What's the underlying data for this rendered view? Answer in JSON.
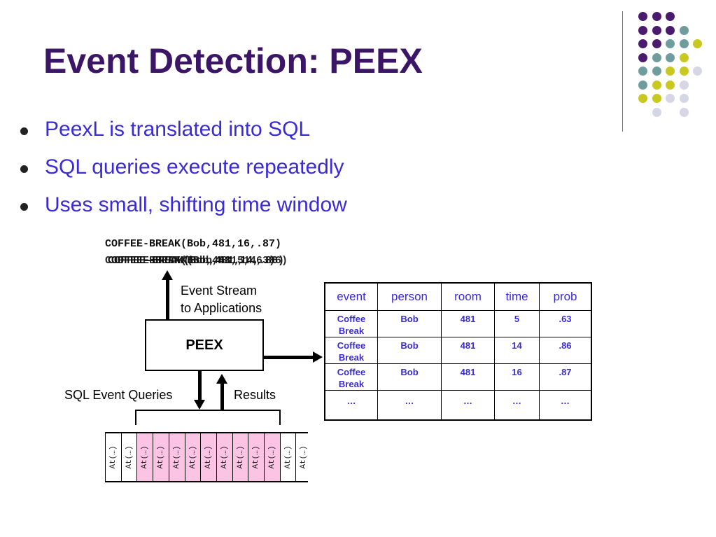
{
  "slide": {
    "title": "Event Detection: PEEX",
    "bullets": [
      "PeexL is translated into SQL",
      "SQL queries execute repeatedly",
      "Uses small, shifting time window"
    ]
  },
  "diagram": {
    "stream_top": "COFFEE-BREAK(Bob,481,16,.87)",
    "stream_overlap_visible": "COFFEE-BREAK(Bob,481,14,.86)",
    "stream_overlap_under_1": "COFFEE-BREAK(Bob,481,5,.63)",
    "stream_overlap_under_2": "COFFEE-BREAK(Bob,481,14,.86)",
    "event_stream_label_1": "Event Stream",
    "event_stream_label_2": "to Applications",
    "peex_label": "PEEX",
    "sql_queries_label": "SQL Event Queries",
    "results_label": "Results",
    "table": {
      "headers": [
        "event",
        "person",
        "room",
        "time",
        "prob"
      ],
      "rows": [
        [
          "Coffee Break",
          "Bob",
          "481",
          "5",
          ".63"
        ],
        [
          "Coffee Break",
          "Bob",
          "481",
          "14",
          ".86"
        ],
        [
          "Coffee Break",
          "Bob",
          "481",
          "16",
          ".87"
        ],
        [
          "…",
          "…",
          "…",
          "…",
          "…"
        ]
      ]
    },
    "tape_cells": [
      {
        "label": "At(…)",
        "highlight": false
      },
      {
        "label": "At(…)",
        "highlight": false
      },
      {
        "label": "At(…)",
        "highlight": true
      },
      {
        "label": "At(…)",
        "highlight": true
      },
      {
        "label": "At(…)",
        "highlight": true
      },
      {
        "label": "At(…)",
        "highlight": true
      },
      {
        "label": "At(…)",
        "highlight": true
      },
      {
        "label": "At(…)",
        "highlight": true
      },
      {
        "label": "At(…)",
        "highlight": true
      },
      {
        "label": "At(…)",
        "highlight": true
      },
      {
        "label": "At(…)",
        "highlight": true
      },
      {
        "label": "At(…)",
        "highlight": false
      },
      {
        "label": "At(…)",
        "highlight": false
      }
    ]
  },
  "colors": {
    "title": "#3b1566",
    "bullet_text": "#3a2bd6",
    "dot_purple": "#4a1a6e",
    "dot_teal": "#6f9c9c",
    "dot_yellow": "#c8c820",
    "dot_lavender": "#d6d6e6",
    "tape_highlight": "#fbc3e4"
  },
  "decor_dots": [
    [
      "purple",
      "purple",
      "purple",
      null,
      null
    ],
    [
      "purple",
      "purple",
      "purple",
      "teal",
      null
    ],
    [
      "purple",
      "purple",
      "teal",
      "teal",
      "yellow"
    ],
    [
      "purple",
      "teal",
      "teal",
      "yellow",
      null
    ],
    [
      "teal",
      "teal",
      "yellow",
      "yellow",
      "lavender"
    ],
    [
      "teal",
      "yellow",
      "yellow",
      "lavender",
      null
    ],
    [
      "yellow",
      "yellow",
      "lavender",
      "lavender",
      null
    ],
    [
      null,
      "lavender",
      null,
      "lavender",
      null
    ]
  ]
}
